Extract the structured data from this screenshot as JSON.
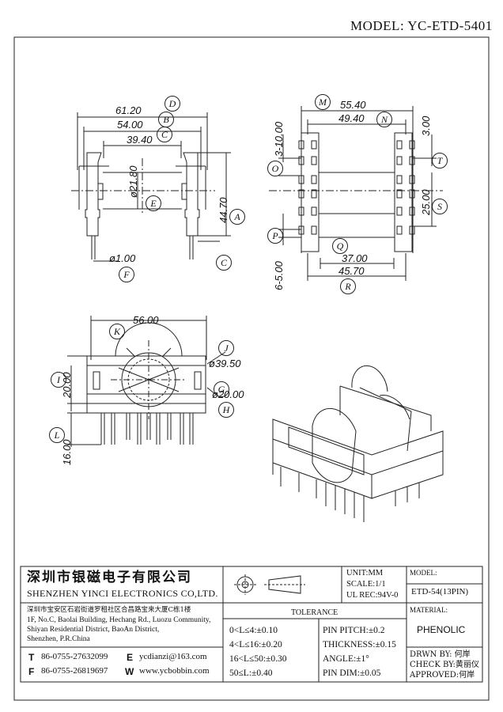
{
  "header": {
    "model_label": "MODEL: YC-ETD-5401"
  },
  "dims": {
    "front": {
      "d61": "61.20",
      "d54": "54.00",
      "d39": "39.40",
      "d21": "ø21.80",
      "d44": "44.70",
      "d1": "ø1.00",
      "labels": {
        "D": "D",
        "B": "B",
        "C": "C",
        "E": "E",
        "A": "A",
        "F": "F",
        "Cr": "C"
      }
    },
    "side": {
      "d55": "55.40",
      "d49": "49.40",
      "d3_10": "3-10.00",
      "d3": "3.00",
      "d25": "25.00",
      "d6_5": "6-5.00",
      "d37": "37.00",
      "d45": "45.70",
      "labels": {
        "M": "M",
        "N": "N",
        "O": "O",
        "T": "T",
        "S": "S",
        "P": "P",
        "Q": "Q",
        "R": "R"
      }
    },
    "bottom": {
      "d56": "56.00",
      "d39_5": "ø39.50",
      "d20l": "20.00",
      "d20r": "ø20.00",
      "d16": "16.00",
      "labels": {
        "K": "K",
        "J": "J",
        "I": "I",
        "G": "G",
        "H": "H",
        "L": "L"
      }
    }
  },
  "title_block": {
    "company_cn": "深圳市银磁电子有限公司",
    "company_en": "SHENZHEN YINCI ELECTRONICS CO,LTD.",
    "address_cn": "深圳市宝安区石岩街道罗租社区合昌路宝来大厦C栋1楼",
    "address_en_1": "1F, No.C, Baolai Building, Hechang Rd., Luozu Community,",
    "address_en_2": "Shiyan Residential District, BaoAn District,",
    "address_en_3": "Shenzhen, P.R.China",
    "tel_label": "T",
    "tel": "86-0755-27632099",
    "fax_label": "F",
    "fax": "86-0755-26819697",
    "email_label": "E",
    "email": "ycdianzi@163.com",
    "web_label": "W",
    "web": "www.ycbobbin.com",
    "unit": "UNIT:MM",
    "scale": "SCALE:1/1",
    "ul": "UL REC:94V-0",
    "model_label": "MODEL:",
    "model": "ETD-54(13PIN)",
    "material_label": "MATERIAL:",
    "material": "PHENOLIC",
    "tolerance_title": "TOLERANCE",
    "tol": [
      "0<L≤4:±0.10",
      "4<L≤16:±0.20",
      "16<L≤50:±0.30",
      "50≤L:±0.40"
    ],
    "tol2": [
      "PIN PITCH:±0.2",
      "THICKNESS:±0.15",
      "ANGLE:±1°",
      "PIN DIM:±0.05"
    ],
    "drawn": "DRWN BY: 何岸",
    "check": "CHECK BY:黄丽仪",
    "approved": "APPROVED:何岸"
  }
}
